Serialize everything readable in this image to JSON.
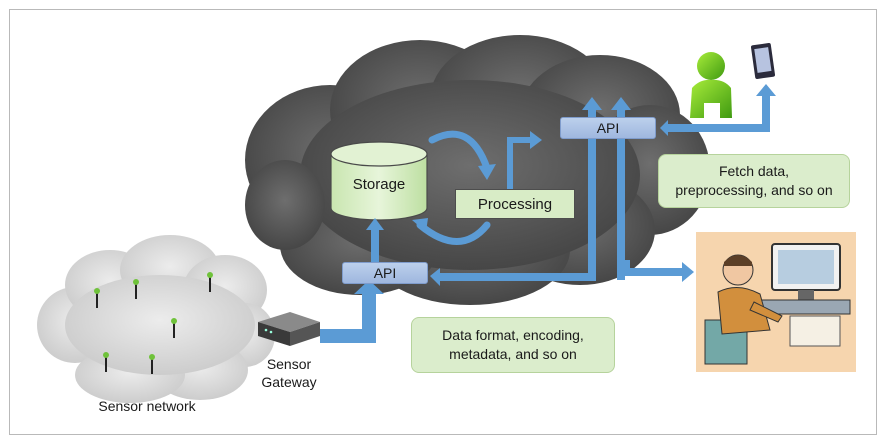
{
  "labels": {
    "storage": "Storage",
    "processing": "Processing",
    "api_top": "API",
    "api_bottom": "API",
    "fetch_note": "Fetch data, preprocessing, and so on",
    "format_note": "Data format, encoding, metadata, and so on",
    "sensor_gateway": "Sensor Gateway",
    "sensor_network": "Sensor network"
  },
  "colors": {
    "cloud": "#5b5b5b",
    "sensor_cloud": "#d9d9d9",
    "arrow": "#5b9bd5",
    "box_green": "#dbedcc",
    "api_blue": "#a9c0e4"
  },
  "icons": [
    "user-icon",
    "mobile-device-icon",
    "office-worker-icon",
    "sensor-gateway-icon",
    "antenna-icon"
  ]
}
